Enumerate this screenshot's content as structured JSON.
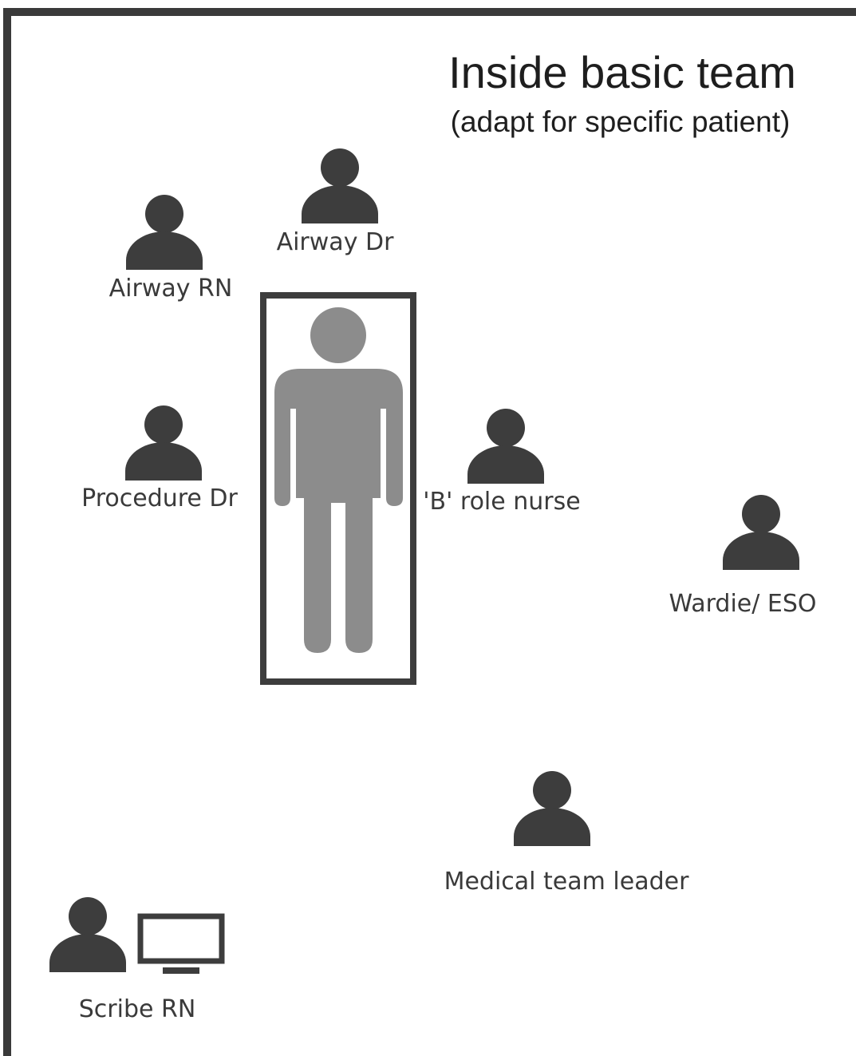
{
  "header": {
    "title": "Inside basic team",
    "subtitle": "(adapt for specific patient)"
  },
  "colors": {
    "icon": "#3d3d3d",
    "patient": "#8c8c8c",
    "border": "#3a3a3a",
    "text": "#3a3a3a"
  },
  "roles": {
    "airway_dr": "Airway Dr",
    "airway_rn": "Airway RN",
    "procedure_dr": "Procedure Dr",
    "b_role_nurse": "'B' role nurse",
    "wardie_eso": "Wardie/ ESO",
    "medical_team_leader": "Medical team leader",
    "scribe_rn": "Scribe RN"
  },
  "icons": {
    "person": "person-icon",
    "patient": "patient-figure",
    "bed": "bed-outline",
    "monitor": "computer-monitor-icon"
  }
}
